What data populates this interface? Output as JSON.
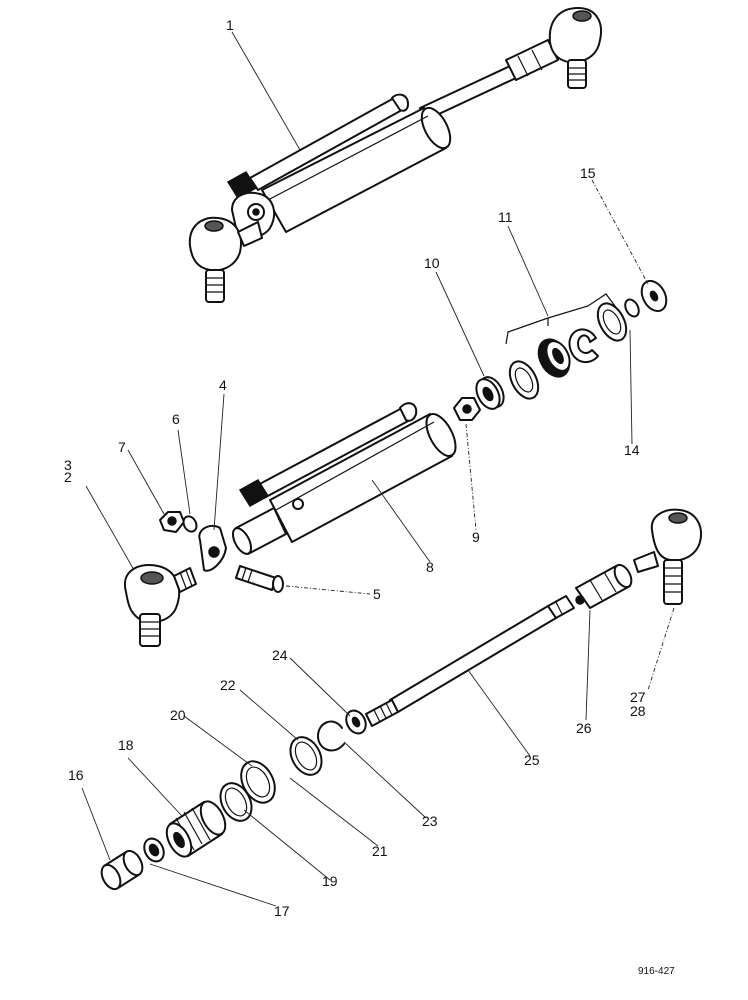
{
  "diagram": {
    "figure_number": "916-427",
    "callouts": [
      {
        "id": "c1",
        "text": "1"
      },
      {
        "id": "c2",
        "text": "2"
      },
      {
        "id": "c3",
        "text": "3"
      },
      {
        "id": "c4",
        "text": "4"
      },
      {
        "id": "c5",
        "text": "5"
      },
      {
        "id": "c6",
        "text": "6"
      },
      {
        "id": "c7",
        "text": "7"
      },
      {
        "id": "c8",
        "text": "8"
      },
      {
        "id": "c9",
        "text": "9"
      },
      {
        "id": "c10",
        "text": "10"
      },
      {
        "id": "c11",
        "text": "11"
      },
      {
        "id": "c14",
        "text": "14"
      },
      {
        "id": "c15",
        "text": "15"
      },
      {
        "id": "c16",
        "text": "16"
      },
      {
        "id": "c17",
        "text": "17"
      },
      {
        "id": "c18",
        "text": "18"
      },
      {
        "id": "c19",
        "text": "19"
      },
      {
        "id": "c20",
        "text": "20"
      },
      {
        "id": "c21",
        "text": "21"
      },
      {
        "id": "c22",
        "text": "22"
      },
      {
        "id": "c23",
        "text": "23"
      },
      {
        "id": "c24",
        "text": "24"
      },
      {
        "id": "c25",
        "text": "25"
      },
      {
        "id": "c26",
        "text": "26"
      },
      {
        "id": "c27",
        "text": "27"
      },
      {
        "id": "c28",
        "text": "28"
      }
    ]
  }
}
